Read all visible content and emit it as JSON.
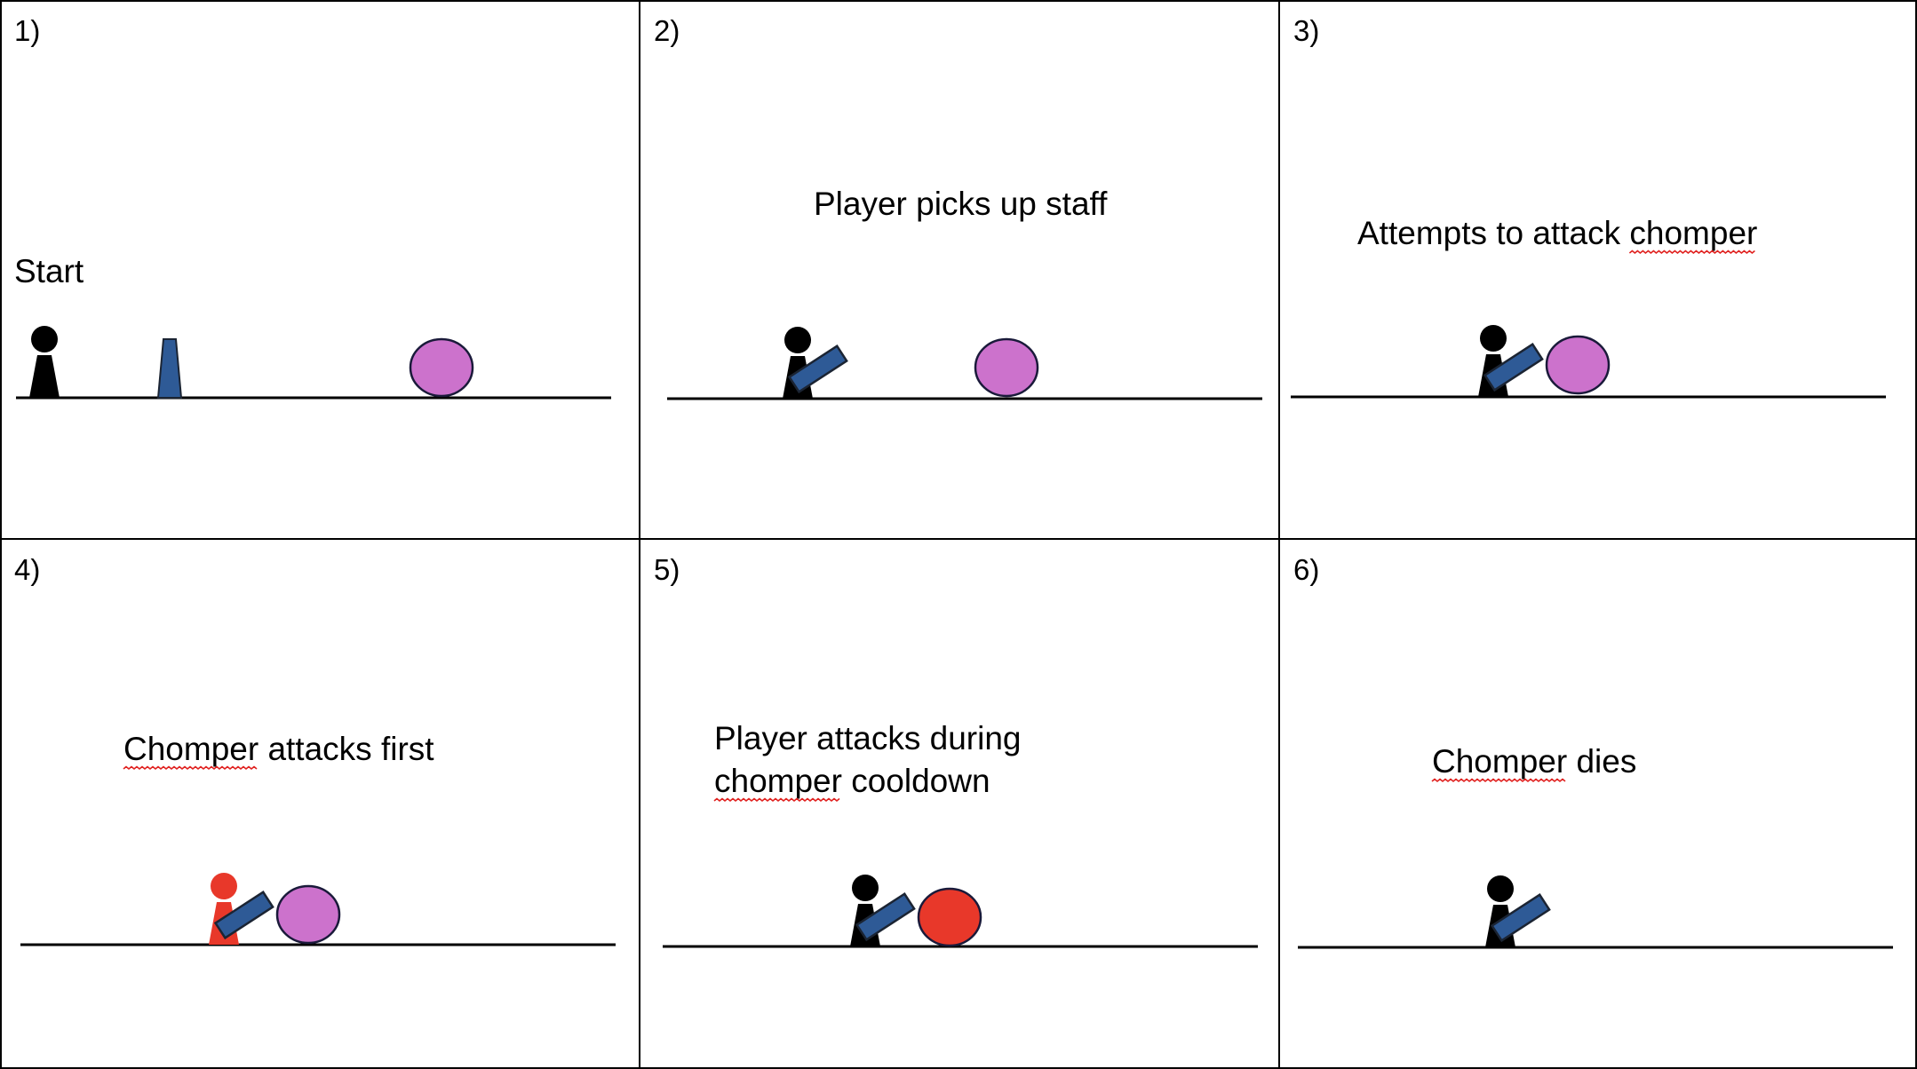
{
  "storyboard": {
    "colors": {
      "background": "#ffffff",
      "line": "#000000",
      "player": "#000000",
      "player_hit": "#e8382a",
      "staff_fill": "#2e5a96",
      "staff_outline": "#1b2433",
      "chomper": "#cc72cc",
      "chomper_hit": "#e8382a",
      "chomper_outline": "#1a1a3a",
      "spellcheck": "#e0201e"
    },
    "panels": [
      {
        "number": "1)",
        "caption_lines": [
          "Start"
        ],
        "player": "black",
        "staff": "ground",
        "chomper": "purple",
        "underlined": []
      },
      {
        "number": "2)",
        "caption_lines": [
          "Player picks up staff"
        ],
        "player": "black",
        "staff": "held",
        "chomper": "purple",
        "underlined": []
      },
      {
        "number": "3)",
        "caption_lines": [
          "Attempts to attack chomper"
        ],
        "player": "black",
        "staff": "held",
        "chomper": "purple",
        "underlined": [
          "chomper"
        ]
      },
      {
        "number": "4)",
        "caption_lines": [
          "Chomper attacks first"
        ],
        "player": "red",
        "staff": "held",
        "chomper": "purple",
        "underlined": [
          "Chomper"
        ]
      },
      {
        "number": "5)",
        "caption_lines": [
          "Player attacks during",
          "chomper cooldown"
        ],
        "player": "black",
        "staff": "held",
        "chomper": "red",
        "underlined": [
          "chomper"
        ]
      },
      {
        "number": "6)",
        "caption_lines": [
          "Chomper dies"
        ],
        "player": "black",
        "staff": "held",
        "chomper": "none",
        "underlined": [
          "Chomper"
        ]
      }
    ]
  }
}
